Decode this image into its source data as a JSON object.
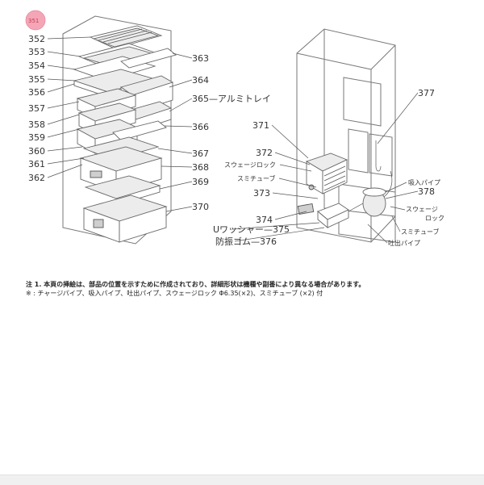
{
  "highlight_color": "#f4a6b6",
  "left_callouts": [
    {
      "id": "351",
      "highlighted": true
    },
    {
      "id": "352"
    },
    {
      "id": "353"
    },
    {
      "id": "354"
    },
    {
      "id": "355"
    },
    {
      "id": "356"
    },
    {
      "id": "357"
    },
    {
      "id": "358"
    },
    {
      "id": "359"
    },
    {
      "id": "360"
    },
    {
      "id": "361"
    },
    {
      "id": "362"
    }
  ],
  "right_callouts": [
    {
      "id": "363"
    },
    {
      "id": "364"
    },
    {
      "id": "365",
      "suffix": "—アルミトレイ"
    },
    {
      "id": "366"
    },
    {
      "id": "367"
    },
    {
      "id": "368"
    },
    {
      "id": "369"
    },
    {
      "id": "370"
    }
  ],
  "back_callouts": [
    {
      "id": "371"
    },
    {
      "id": "372"
    },
    {
      "id": "373"
    },
    {
      "id": "374"
    },
    {
      "id": "375",
      "prefix": "Uワッシャー—"
    },
    {
      "id": "376",
      "prefix": "防振ゴム—"
    },
    {
      "id": "377"
    },
    {
      "id": "378"
    }
  ],
  "back_labels": {
    "swage_lock_left": "スウェージロック",
    "sumi_tube_left": "スミチューブ",
    "suction_pipe": "吸入パイプ",
    "swage_lock_right_1": "スウェージ",
    "swage_lock_right_2": "ロック",
    "sumi_tube_right": "スミチューブ",
    "discharge_pipe": "吐出パイプ"
  },
  "notes": {
    "line1": "注 1. 本頁の挿絵は、部品の位置を示すために作成されており、詳細形状は機種や副番により異なる場合があります。",
    "line2": "※ : チャージパイプ、吸入パイプ、吐出パイプ、スウェージロック Φ6.35(×2)、スミチューブ (×2) 付"
  }
}
